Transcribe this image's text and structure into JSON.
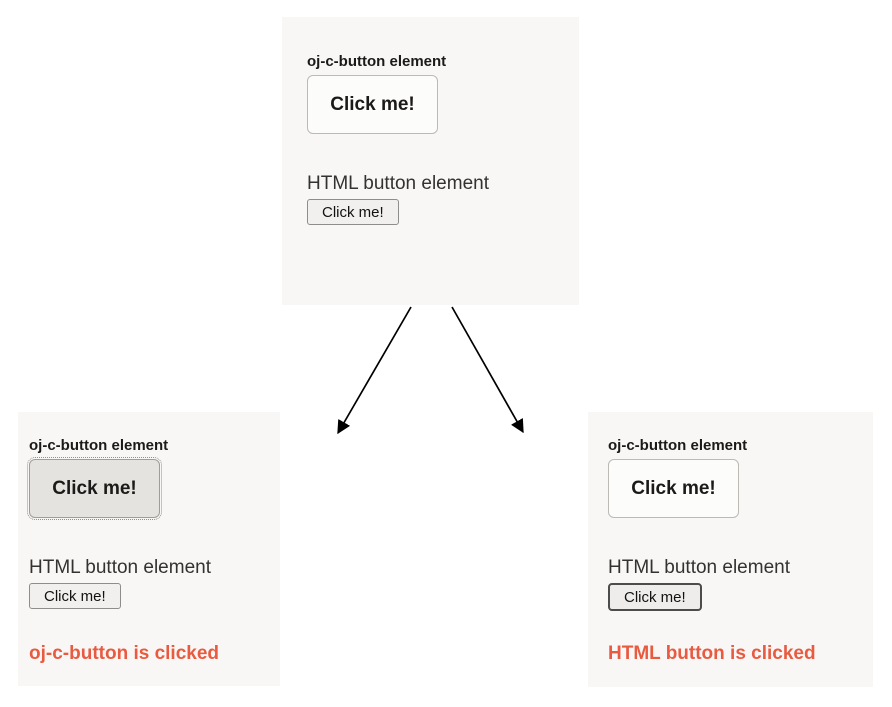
{
  "colors": {
    "page_bg": "#ffffff",
    "panel_bg": "#f8f7f5",
    "message_text": "#e85b41",
    "arrow": "#000000"
  },
  "panels": [
    {
      "name": "initial-state",
      "oj_section_label": "oj-c-button element",
      "oj_button_label": "Click me!",
      "html_section_label": "HTML button element",
      "html_button_label": "Click me!"
    },
    {
      "name": "oj-c-button-clicked-state",
      "oj_section_label": "oj-c-button element",
      "oj_button_label": "Click me!",
      "html_section_label": "HTML button element",
      "html_button_label": "Click me!",
      "message": "oj-c-button is clicked"
    },
    {
      "name": "html-button-clicked-state",
      "oj_section_label": "oj-c-button element",
      "oj_button_label": "Click me!",
      "html_section_label": "HTML button element",
      "html_button_label": "Click me!",
      "message": "HTML button is clicked"
    }
  ]
}
